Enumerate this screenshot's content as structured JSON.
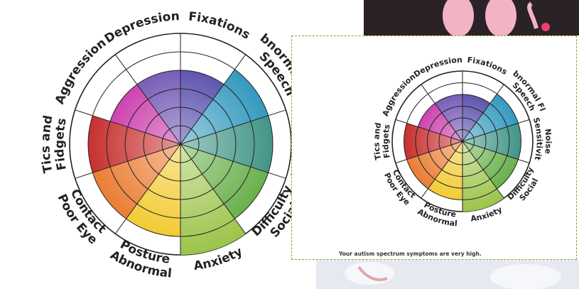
{
  "wheel": {
    "categories": [
      "Fixations",
      "Abnormal Flat Speech",
      "Noise Sensitivity",
      "Social Difficulty",
      "Anxiety",
      "Abnormal Posture",
      "Poor Eye Contact",
      "Tics and Fidgets",
      "Aggression",
      "Depression"
    ],
    "levels": [
      4,
      5,
      5,
      5,
      6,
      5,
      5,
      5,
      4,
      4
    ],
    "max_level": 6,
    "colors": [
      "#3b2f9e",
      "#1f8fb8",
      "#2e8a7a",
      "#5aa83a",
      "#9cc44a",
      "#f2c61f",
      "#e8701f",
      "#c21a1a",
      "#c21a9e",
      "#5a3aa8"
    ]
  },
  "popup": {
    "caption": "Your autism spectrum symptoms are very high."
  },
  "background": {
    "top_panel_color": "#2a2226",
    "bottom_panel_color": "#e6e9f0"
  }
}
